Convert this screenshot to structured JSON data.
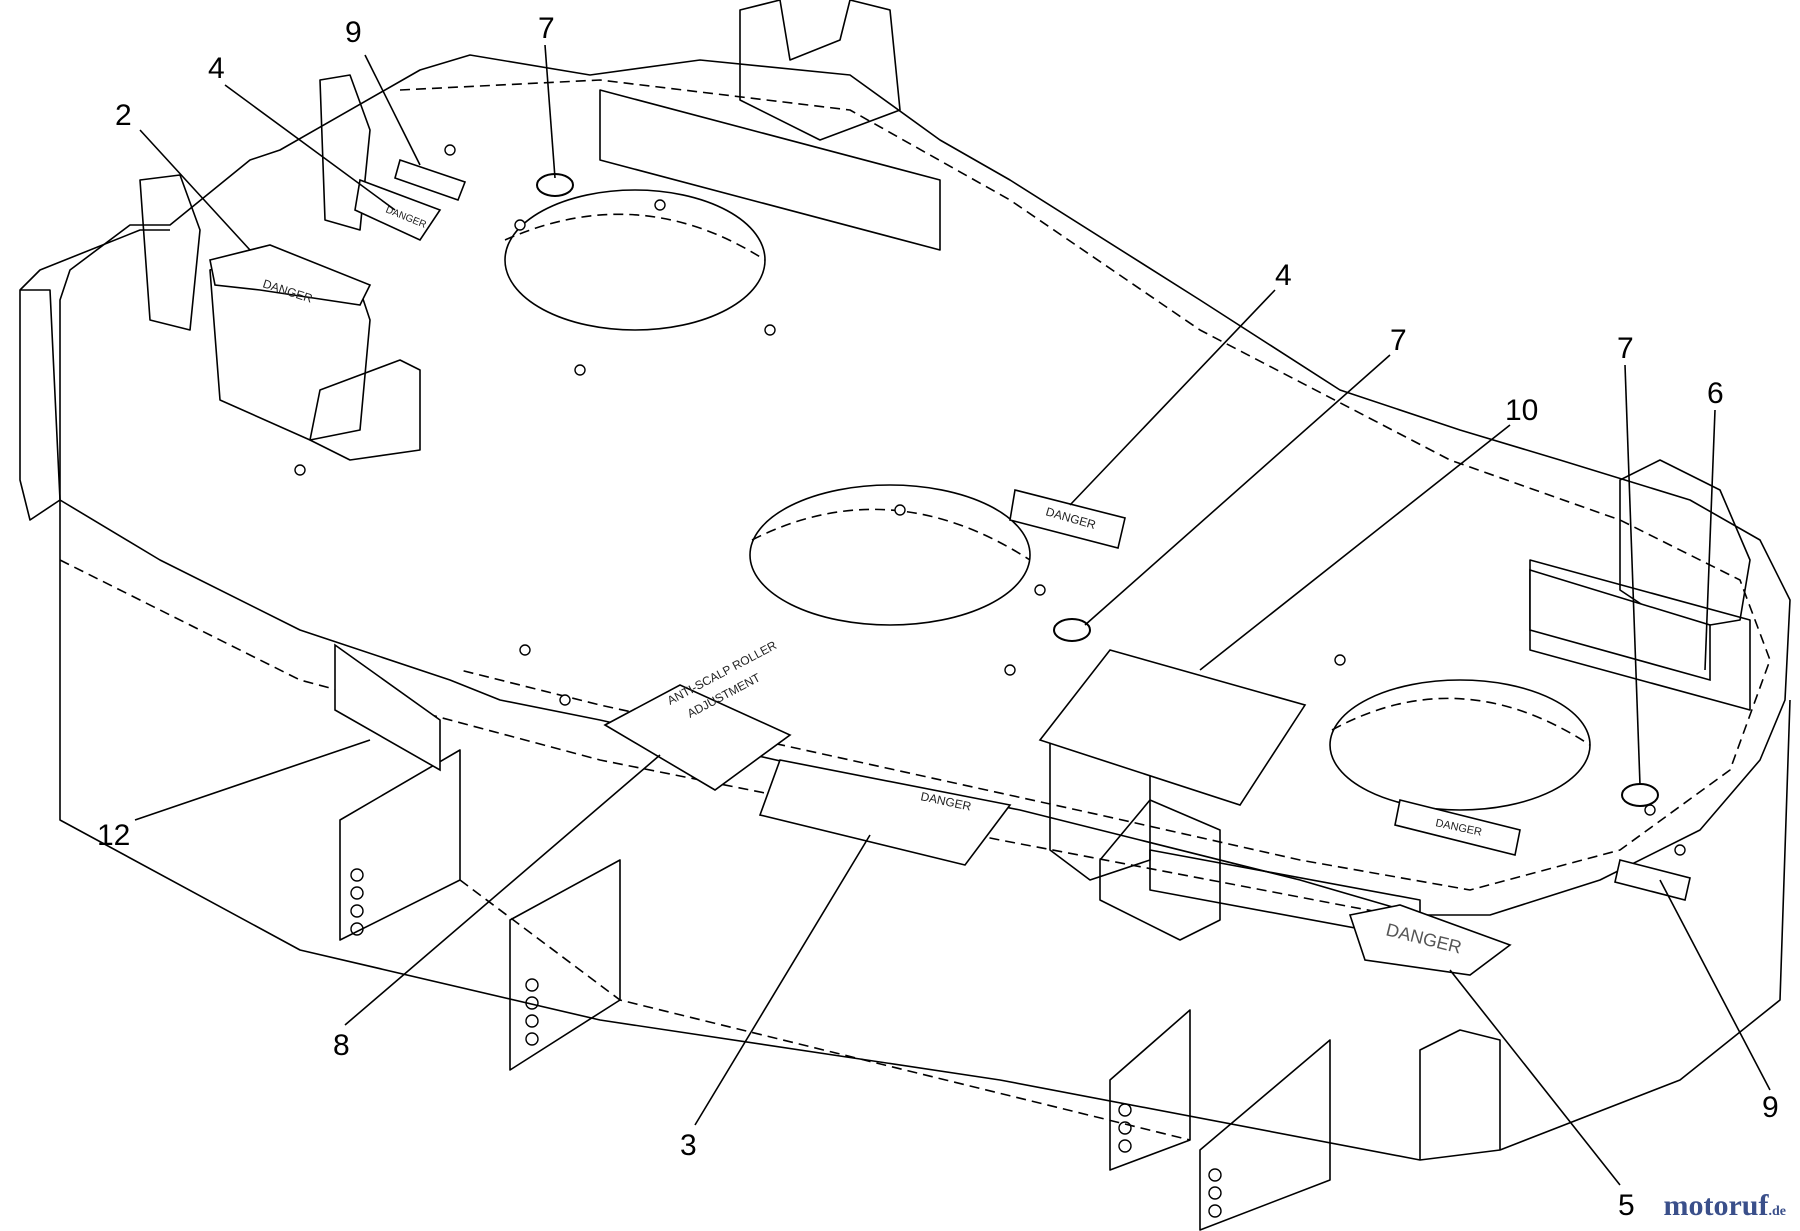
{
  "diagram": {
    "callouts": [
      {
        "id": "c2",
        "label": "2"
      },
      {
        "id": "c4a",
        "label": "4"
      },
      {
        "id": "c9a",
        "label": "9"
      },
      {
        "id": "c7a",
        "label": "7"
      },
      {
        "id": "c4b",
        "label": "4"
      },
      {
        "id": "c7b",
        "label": "7"
      },
      {
        "id": "c10",
        "label": "10"
      },
      {
        "id": "c7c",
        "label": "7"
      },
      {
        "id": "c6",
        "label": "6"
      },
      {
        "id": "c12",
        "label": "12"
      },
      {
        "id": "c8",
        "label": "8"
      },
      {
        "id": "c3",
        "label": "3"
      },
      {
        "id": "c5",
        "label": "5"
      },
      {
        "id": "c9b",
        "label": "9"
      }
    ],
    "decals": {
      "danger": "DANGER",
      "anti_scalp_line1": "ANTI-SCALP ROLLER",
      "anti_scalp_line2": "ADJUSTMENT"
    }
  },
  "watermark": {
    "brand": "motoruf",
    "suffix": ".de"
  }
}
